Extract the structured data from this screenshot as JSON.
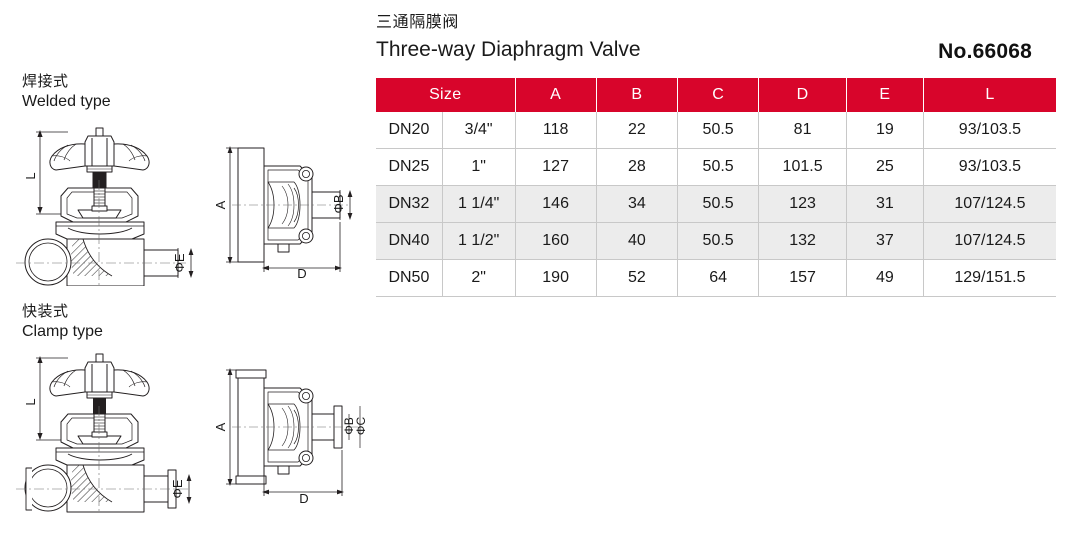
{
  "header": {
    "title_cn": "三通隔膜阀",
    "title_en": "Three-way Diaphragm Valve",
    "model_no": "No.66068"
  },
  "colors": {
    "header_red": "#d8052b",
    "alt_row": "#ececec",
    "rule": "#c8c8c8",
    "text": "#1a1a1a",
    "drawing_line": "#231f20",
    "hatch_fill": "#a9a9a9"
  },
  "drawings": {
    "welded": {
      "label_cn": "焊接式",
      "label_en": "Welded type",
      "front_view_dims": [
        "L",
        "ΦE"
      ],
      "side_view_dims": [
        "A",
        "ΦB",
        "D"
      ]
    },
    "clamp": {
      "label_cn": "快装式",
      "label_en": "Clamp type",
      "front_view_dims": [
        "L",
        "ΦE"
      ],
      "side_view_dims": [
        "A",
        "ΦB",
        "ΦC",
        "D"
      ]
    }
  },
  "table": {
    "group_header": "Size",
    "columns": [
      "Size",
      "A",
      "B",
      "C",
      "D",
      "E",
      "L"
    ],
    "rows": [
      {
        "dn": "DN20",
        "inch": "3/4\"",
        "a": "118",
        "b": "22",
        "c": "50.5",
        "d": "81",
        "e": "19",
        "l": "93/103.5"
      },
      {
        "dn": "DN25",
        "inch": "1\"",
        "a": "127",
        "b": "28",
        "c": "50.5",
        "d": "101.5",
        "e": "25",
        "l": "93/103.5"
      },
      {
        "dn": "DN32",
        "inch": "1 1/4\"",
        "a": "146",
        "b": "34",
        "c": "50.5",
        "d": "123",
        "e": "31",
        "l": "107/124.5"
      },
      {
        "dn": "DN40",
        "inch": "1 1/2\"",
        "a": "160",
        "b": "40",
        "c": "50.5",
        "d": "132",
        "e": "37",
        "l": "107/124.5"
      },
      {
        "dn": "DN50",
        "inch": "2\"",
        "a": "190",
        "b": "52",
        "c": "64",
        "d": "157",
        "e": "49",
        "l": "129/151.5"
      }
    ]
  }
}
